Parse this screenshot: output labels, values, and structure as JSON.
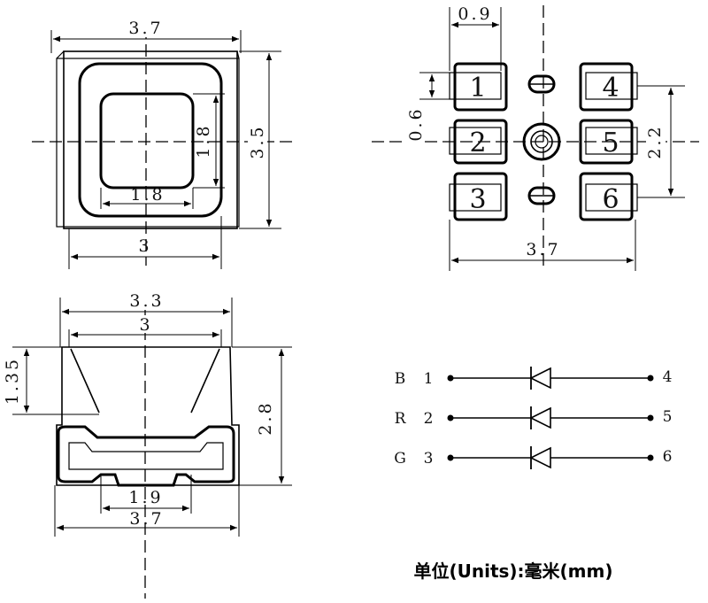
{
  "top_view": {
    "width_label": "3.7",
    "height_label": "3.5",
    "lens_label": "1.8",
    "lens_h_label": "1.8",
    "body_label": "3"
  },
  "bottom_view": {
    "pitch_label": "0.9",
    "pad_label": "0.6",
    "span_label": "2.2",
    "width_label": "3.7",
    "pads_left": [
      "1",
      "2",
      "3"
    ],
    "pads_right": [
      "4",
      "5",
      "6"
    ]
  },
  "side_view": {
    "top_label": "3.3",
    "inner_label": "3",
    "height_label": "1.35",
    "total_height_label": "2.8",
    "base_label": "1.9",
    "width_label": "3.7"
  },
  "schematic": {
    "rows": [
      {
        "color": "B",
        "in": "1",
        "out": "4"
      },
      {
        "color": "R",
        "in": "2",
        "out": "5"
      },
      {
        "color": "G",
        "in": "3",
        "out": "6"
      }
    ]
  },
  "unit_note": "单位(Units):毫米(mm)"
}
